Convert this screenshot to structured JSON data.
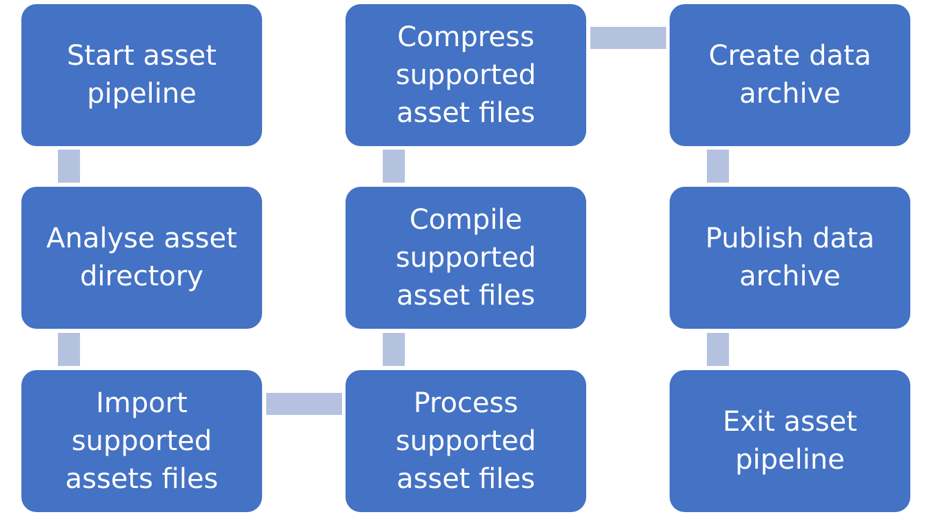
{
  "steps": [
    {
      "label": "Start asset\npipeline"
    },
    {
      "label": "Analyse asset\ndirectory"
    },
    {
      "label": "Import\nsupported\nassets files"
    },
    {
      "label": "Process\nsupported\nasset files"
    },
    {
      "label": "Compile\nsupported\nasset files"
    },
    {
      "label": "Compress\nsupported\nasset files"
    },
    {
      "label": "Create data\narchive"
    },
    {
      "label": "Publish data\narchive"
    },
    {
      "label": "Exit asset\npipeline"
    }
  ],
  "colors": {
    "box_fill": "#4472c4",
    "connector": "#b4c2df",
    "text": "#ffffff"
  }
}
